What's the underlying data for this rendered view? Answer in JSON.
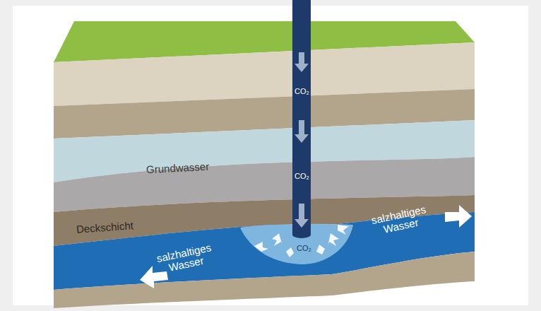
{
  "diagram": {
    "labels": [
      "CO₂",
      "CO₂",
      "CO₂",
      "Grundwasser",
      "Deckschicht",
      "salzhaltiges Wasser",
      "salzhaltiges Wasser"
    ]
  }
}
